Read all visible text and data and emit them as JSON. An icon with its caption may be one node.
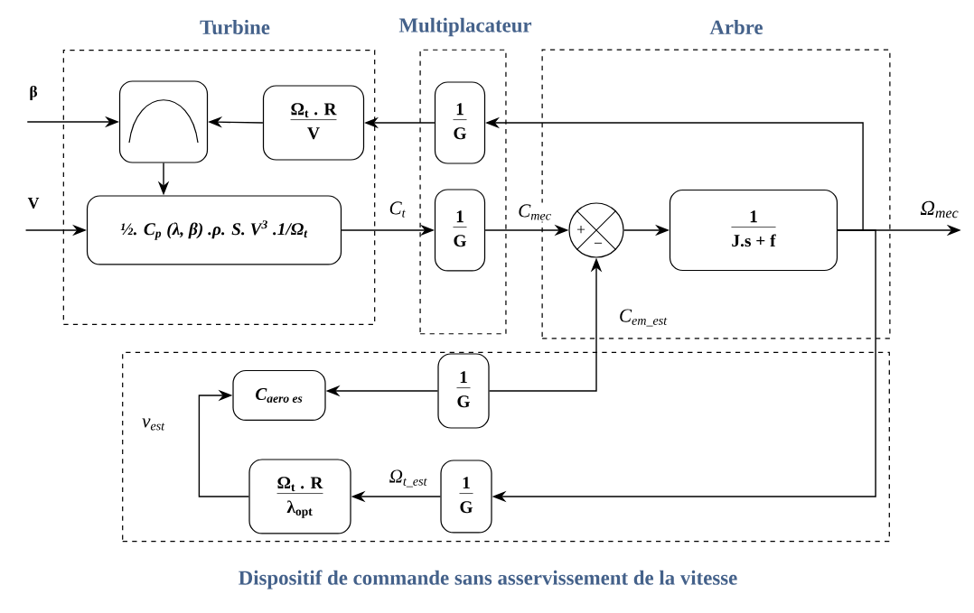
{
  "diagram": {
    "title": "Dispositif de commande sans asservissement de la vitesse",
    "nodes": [
      {
        "text": [
          "Turbine"
        ]
      },
      {
        "text": [
          "Multiplacateur"
        ]
      },
      {
        "text": [
          "Arbre"
        ]
      },
      {
        "text": [],
        "shape": "box"
      },
      {
        "text": [],
        "shape": "picture",
        "in": 0
      },
      {
        "text": [
          "Ω$_{t}$ . R",
          "V"
        ],
        "in": 0
      },
      {
        "text": [
          "½. C$_{p}$ (λ, β) .ρ. S. V$^{3}$ .1/Ω$_{t}$"
        ],
        "in": 0
      },
      {
        "text": [
          "1",
          "G"
        ],
        "in": 1
      },
      {
        "text": [
          "1",
          "G"
        ],
        "in": 1
      },
      {
        "text": [],
        "shape": "circle",
        "in": 2
      },
      {
        "text": [
          "1",
          "J.s + f"
        ],
        "in": 2
      },
      {
        "text": [
          "\\textit{C}_{\\textit{aero es}}"
        ],
        "in": 3
      },
      {
        "text": [
          "1",
          "G"
        ],
        "in": 3
      },
      {
        "text": [
          "Ω$_{t}$ . R",
          "λ$_{opt}$"
        ],
        "in": 3
      },
      {
        "text": [
          "1",
          "G"
        ],
        "in": 3
      },
      {
        "text": [
          "β"
        ]
      },
      {
        "text": [
          "V"
        ]
      },
      {
        "text": [
          "Ω$_{mec}$"
        ]
      }
    ],
    "edges": [
      {
        "from": 15,
        "to": 4,
        "arrow": "to"
      },
      {
        "from": 5,
        "to": 4,
        "arrow": "to"
      },
      {
        "from": 4,
        "to": 6,
        "arrow": "to"
      },
      {
        "from": 16,
        "to": 6,
        "arrow": "to"
      },
      {
        "from": 6,
        "to": 8,
        "arrow": "to",
        "label": "C$_{t}$"
      },
      {
        "from": 7,
        "to": 5,
        "arrow": "to"
      },
      {
        "from": 8,
        "to": 9,
        "arrow": "to",
        "label": "C$_{mec}$"
      },
      {
        "from": 9,
        "to": 10,
        "arrow": "to"
      },
      {
        "from": 10,
        "to": 17,
        "arrow": "to"
      },
      {
        "from": 10,
        "to": 7,
        "arrow": "to"
      },
      {
        "from": 10,
        "to": 14,
        "arrow": "to"
      },
      {
        "from": 12,
        "to": 9,
        "arrow": "to",
        "label": "C$_{em_est}$"
      },
      {
        "from": 12,
        "to": 11,
        "arrow": "to"
      },
      {
        "from": 14,
        "to": 13,
        "arrow": "to",
        "label": "Ω$_{t_est}$"
      },
      {
        "from": 13,
        "to": 11,
        "arrow": "to",
        "label": "v$_{est}$"
      }
    ],
    "labels": [
      "+",
      "−"
    ]
  }
}
